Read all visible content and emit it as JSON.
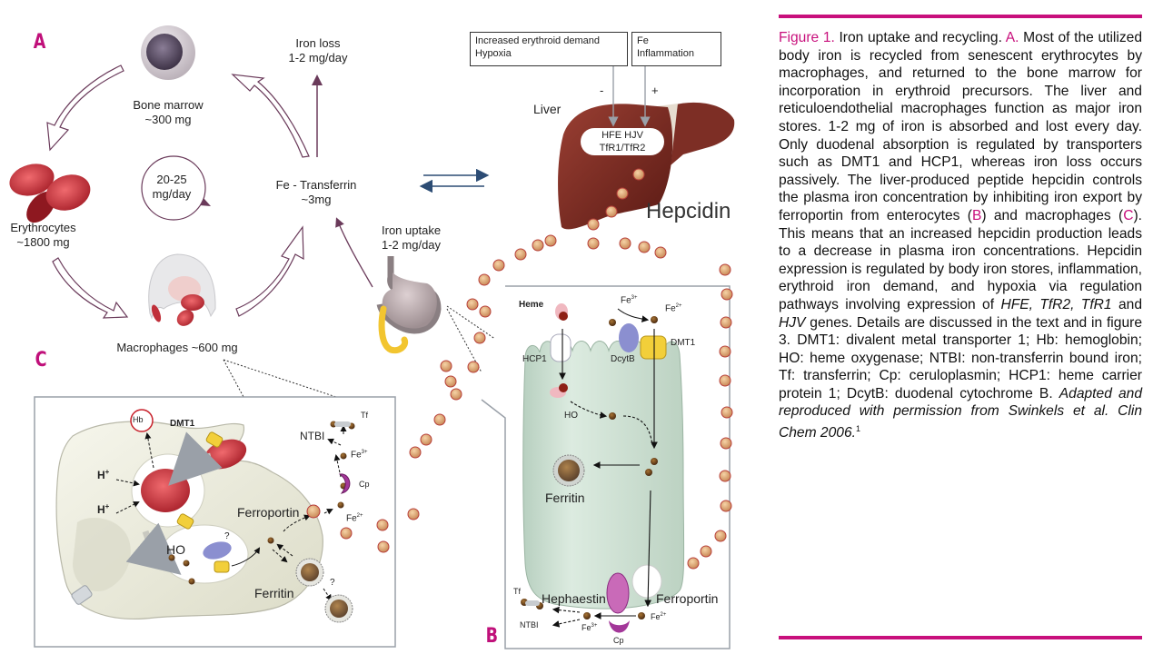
{
  "panels": {
    "a": {
      "letter": "A",
      "bone_marrow": {
        "name": "Bone marrow",
        "amount": "~300 mg"
      },
      "erythrocytes": {
        "name": "Erythrocytes",
        "amount": "~1800 mg"
      },
      "macrophages": {
        "label": "Macrophages ~600 mg"
      },
      "cycle": {
        "line1": "20-25",
        "line2": "mg/day"
      },
      "transferrin": {
        "name": "Fe - Transferrin",
        "amount": "~3mg"
      },
      "iron_loss": {
        "line1": "Iron loss",
        "line2": "1-2 mg/day"
      },
      "iron_uptake": {
        "line1": "Iron uptake",
        "line2": "1-2 mg/day"
      },
      "liver": {
        "label": "Liver",
        "box_left": {
          "line1": "Increased erythroid demand",
          "line2": "Hypoxia"
        },
        "box_right": {
          "line1": "Fe",
          "line2": "Inflammation"
        },
        "minus": "-",
        "plus": "+",
        "genes": {
          "line1": "HFE HJV",
          "line2": "TfR1/TfR2"
        },
        "hepcidin": "Hepcidin"
      }
    },
    "b": {
      "letter": "B",
      "heme": "Heme",
      "fe3_top": "Fe",
      "fe3_top_sup": "3+",
      "fe2_top": "Fe",
      "fe2_top_sup": "2+",
      "hcp1": "HCP1",
      "dcytb": "DcytB",
      "dmt1": "DMT1",
      "ho": "HO",
      "ferritin": "Ferritin",
      "hephaestin": "Hephaestin",
      "ferroportin": "Ferroportin",
      "tf": "Tf",
      "ntbi": "NTBI",
      "fe3_bottom": "Fe",
      "fe3_bottom_sup": "3+",
      "fe2_bottom": "Fe",
      "fe2_bottom_sup": "2+",
      "cp": "Cp"
    },
    "c": {
      "letter": "C",
      "hb": "Hb",
      "dmt1": "DMT1",
      "h_plus": "H",
      "h_plus_sup": "+",
      "ho": "HO",
      "question": "?",
      "ferroportin": "Ferroportin",
      "ferritin": "Ferritin",
      "tf": "Tf",
      "ntbi": "NTBI",
      "fe3": "Fe",
      "fe3_sup": "3+",
      "fe2": "Fe",
      "fe2_sup": "2+",
      "cp": "Cp"
    }
  },
  "caption": {
    "figure_label": "Figure 1.",
    "title": " Iron uptake and recycling. ",
    "a_ref": "A.",
    "p1": " Most of the utilized body iron is recycled from senescent erythrocytes by macrophages, and returned to the bone marrow for incorporation in erythroid precursors. The liver and reticuloendothelial macrophages function as major iron stores. 1-2 mg of iron is absorbed and lost every day. Only duodenal absorption is regulated by transporters such as DMT1 and HCP1, whereas iron loss occurs passively. The liver-produced peptide hepcidin controls the plasma iron concentration by inhibiting iron export by ferroportin from enterocytes (",
    "b_ref": "B",
    "p2": ") and macrophages (",
    "c_ref": "C",
    "p3": "). This means that an increased hepcidin production leads to a decrease in plasma iron concentrations. Hepcidin expression is regulated by body iron stores, inflammation, erythroid iron demand, and hypoxia via regulation pathways involving expression of ",
    "genes_italic": "HFE, TfR2, TfR1",
    "p4": " and ",
    "gene_hjv": "HJV",
    "p5": " genes. Details are discussed in the text and in figure 3. DMT1: divalent metal transporter 1; Hb: hemoglobin; HO: heme oxygenase; NTBI: non-transferrin bound iron; Tf: transferrin; Cp: ceruloplasmin; HCP1: heme carrier protein 1; DcytB: duodenal cytochrome B. ",
    "credit": "Adapted and reproduced with permission from Swinkels et al. Clin Chem 2006.",
    "credit_ref": "1"
  },
  "colors": {
    "accent": "#c8107c",
    "liver": "#7a2a22",
    "rbc": "#d9424a",
    "enterocyte": "#d6e6da",
    "macrophage_cell": "#eeeedf",
    "iron_dot": "#e9b27f",
    "dmt1": "#f2cf3a",
    "cp": "#a33799",
    "dcytb": "#8b8fd0"
  }
}
